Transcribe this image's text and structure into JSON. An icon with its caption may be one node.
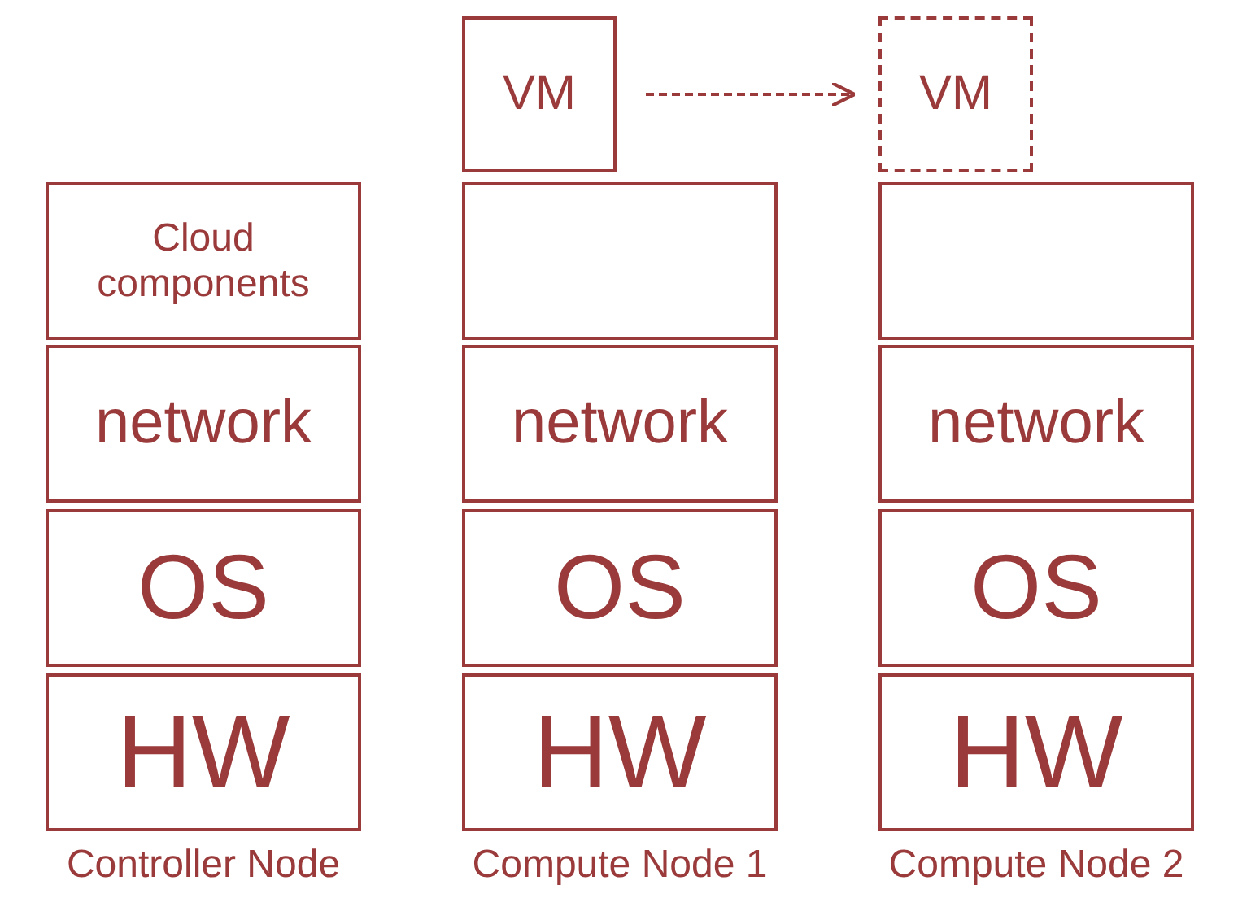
{
  "diagram": {
    "nodes": [
      {
        "text": [
          "VM"
        ]
      },
      {
        "text": [
          "VM"
        ]
      },
      {
        "text": [
          "Cloud components"
        ]
      },
      {
        "text": [],
        "shape": "box"
      },
      {
        "text": [],
        "shape": "box"
      },
      {
        "text": [
          "network"
        ]
      },
      {
        "text": [
          "network"
        ]
      },
      {
        "text": [
          "network"
        ]
      },
      {
        "text": [
          "OS"
        ]
      },
      {
        "text": [
          "OS"
        ]
      },
      {
        "text": [
          "OS"
        ]
      },
      {
        "text": [
          "HW"
        ]
      },
      {
        "text": [
          "HW"
        ]
      },
      {
        "text": [
          "HW"
        ]
      }
    ],
    "edges": [
      {
        "from": 0,
        "to": 1,
        "arrow": "to",
        "style": "dashed"
      }
    ],
    "labels": [
      "Controller Node",
      "Compute Node 1",
      "Compute Node 2"
    ]
  }
}
